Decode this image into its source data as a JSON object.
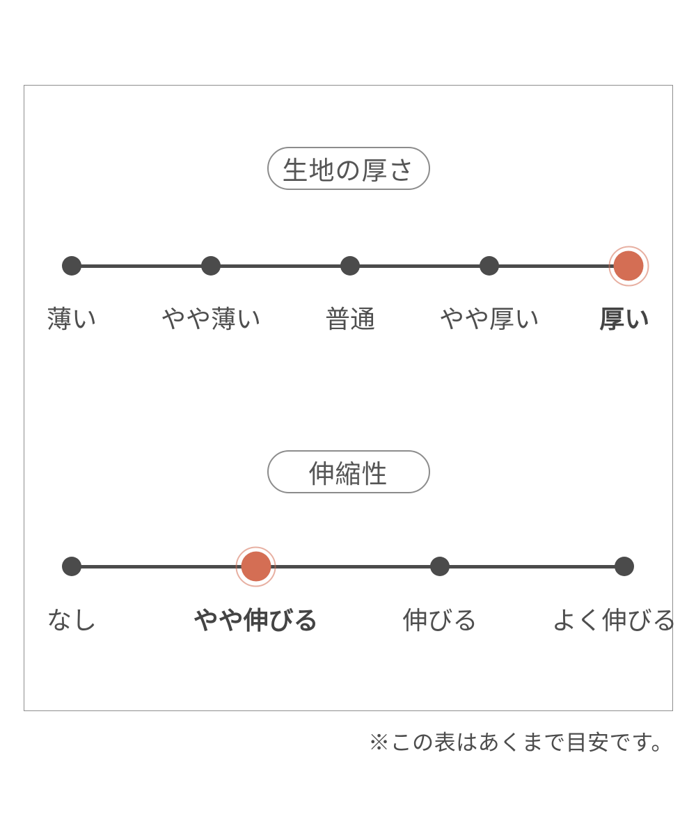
{
  "colors": {
    "accent": "#d46e54",
    "dark": "#4b4b4b",
    "border": "#8e8e8e",
    "text": "#4e4e4e"
  },
  "footnote": "※この表はあくまで目安です。",
  "chart_data": [
    {
      "type": "rating-scale",
      "title": "生地の厚さ",
      "categories": [
        "薄い",
        "やや薄い",
        "普通",
        "やや厚い",
        "厚い"
      ],
      "num_levels": 5,
      "selected_index": 4,
      "selected_label": "厚い"
    },
    {
      "type": "rating-scale",
      "title": "伸縮性",
      "categories": [
        "なし",
        "やや伸びる",
        "伸びる",
        "よく伸びる"
      ],
      "num_levels": 4,
      "selected_index": 1,
      "selected_label": "やや伸びる"
    }
  ]
}
